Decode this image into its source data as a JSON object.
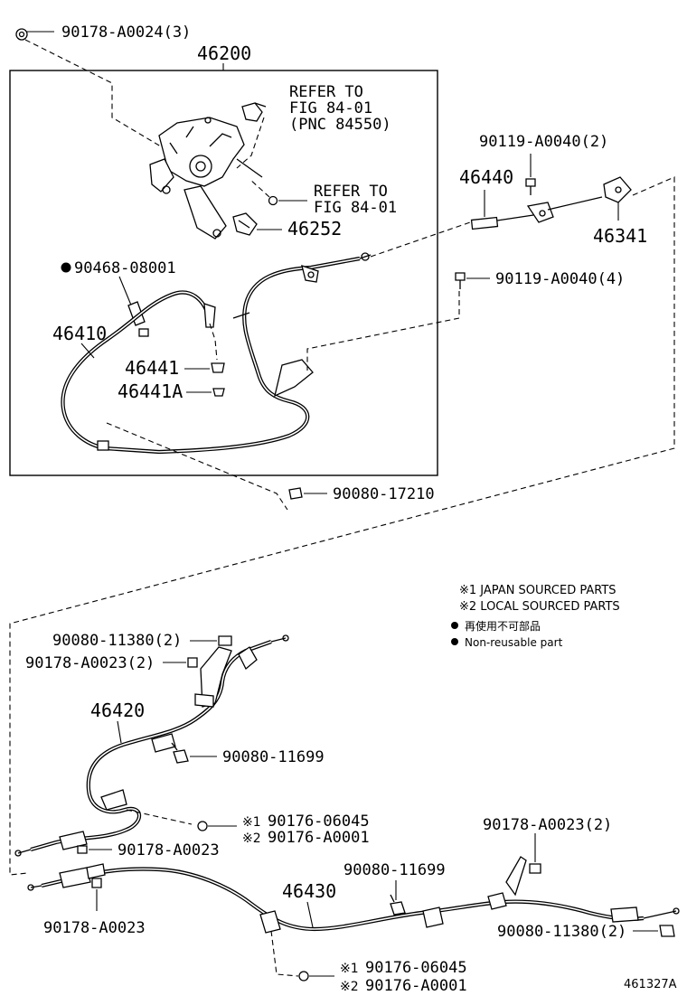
{
  "labels": {
    "nut_top": "90178-A0024(3)",
    "assy": "46200",
    "refer1_l1": "REFER TO",
    "refer1_l2": "FIG 84-01",
    "refer1_l3": "(PNC 84550)",
    "refer2_l1": "REFER TO",
    "refer2_l2": "FIG 84-01",
    "p46252": "46252",
    "p90468": "90468-08001",
    "p46410": "46410",
    "p46441": "46441",
    "p46441a": "46441A",
    "p90119a": "90119-A0040(2)",
    "p46440": "46440",
    "p46341": "46341",
    "p90119b": "90119-A0040(4)",
    "p9008017210": "90080-17210",
    "p90080_11380a": "90080-11380(2)",
    "p90178_a0023a": "90178-A0023(2)",
    "p46420": "46420",
    "p90080_11699a": "90080-11699",
    "mark1a": "※1",
    "p90176_06045a": "90176-06045",
    "mark2a": "※2",
    "p90176_a0001a": "90176-A0001",
    "p90178_a0023b": "90178-A0023",
    "p90178_a0023c": "90178-A0023",
    "p90080_11699b": "90080-11699",
    "p46430": "46430",
    "p90178_a0023d": "90178-A0023(2)",
    "p90080_11380b": "90080-11380(2)",
    "mark1b": "※1",
    "p90176_06045b": "90176-06045",
    "mark2b": "※2",
    "p90176_a0001b": "90176-A0001",
    "figure_id": "461327A"
  },
  "legend": {
    "japan": "※1 JAPAN SOURCED PARTS",
    "local": "※2 LOCAL SOURCED PARTS",
    "nonreuse_jp": "再使用不可部品",
    "nonreuse_en": "Non-reusable part"
  }
}
